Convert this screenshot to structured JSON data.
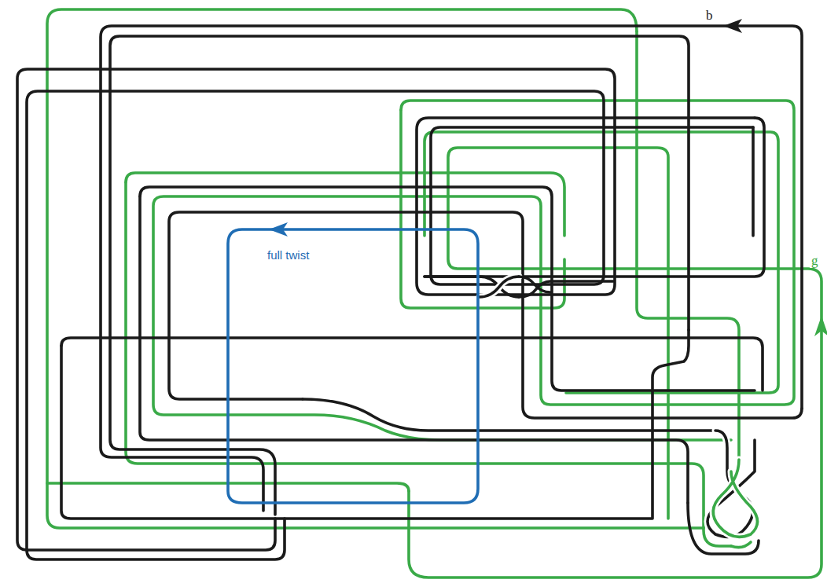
{
  "diagram": {
    "labels": [
      "b",
      "g",
      "full twist"
    ]
  }
}
